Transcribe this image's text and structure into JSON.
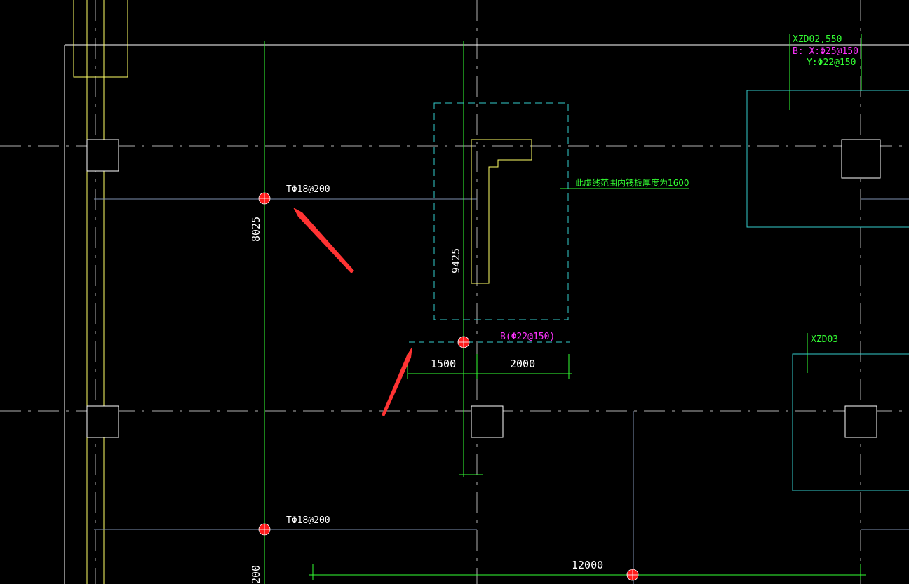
{
  "drawing": {
    "rebar_label_top": "TΦ18@200",
    "rebar_label_bottom": "TΦ18@200",
    "dim_vertical_left": "8025",
    "dim_vertical_left_partial": "200",
    "dim_vertical_center": "9425",
    "dim_1500": "1500",
    "dim_2000": "2000",
    "dim_12000": "12000",
    "pit_rebar": "B(Φ22@150)",
    "note": "此虚线范围内筏板厚度为1600",
    "xzd02": {
      "title": "XZD02,550",
      "b_line": "B:  X:Φ25@150",
      "y_line": "Y:Φ22@150"
    },
    "xzd03": "XZD03"
  },
  "colors": {
    "background": "#000000",
    "white": "#ffffff",
    "yellow": "#ffff66",
    "green": "#33ff33",
    "cyan": "#33cccc",
    "magenta": "#ff33ff",
    "gray_dash": "#b0b0b0",
    "blue_gray": "#7e8fb0",
    "marker": "#ff1a1a",
    "arrow": "#ff3333"
  }
}
